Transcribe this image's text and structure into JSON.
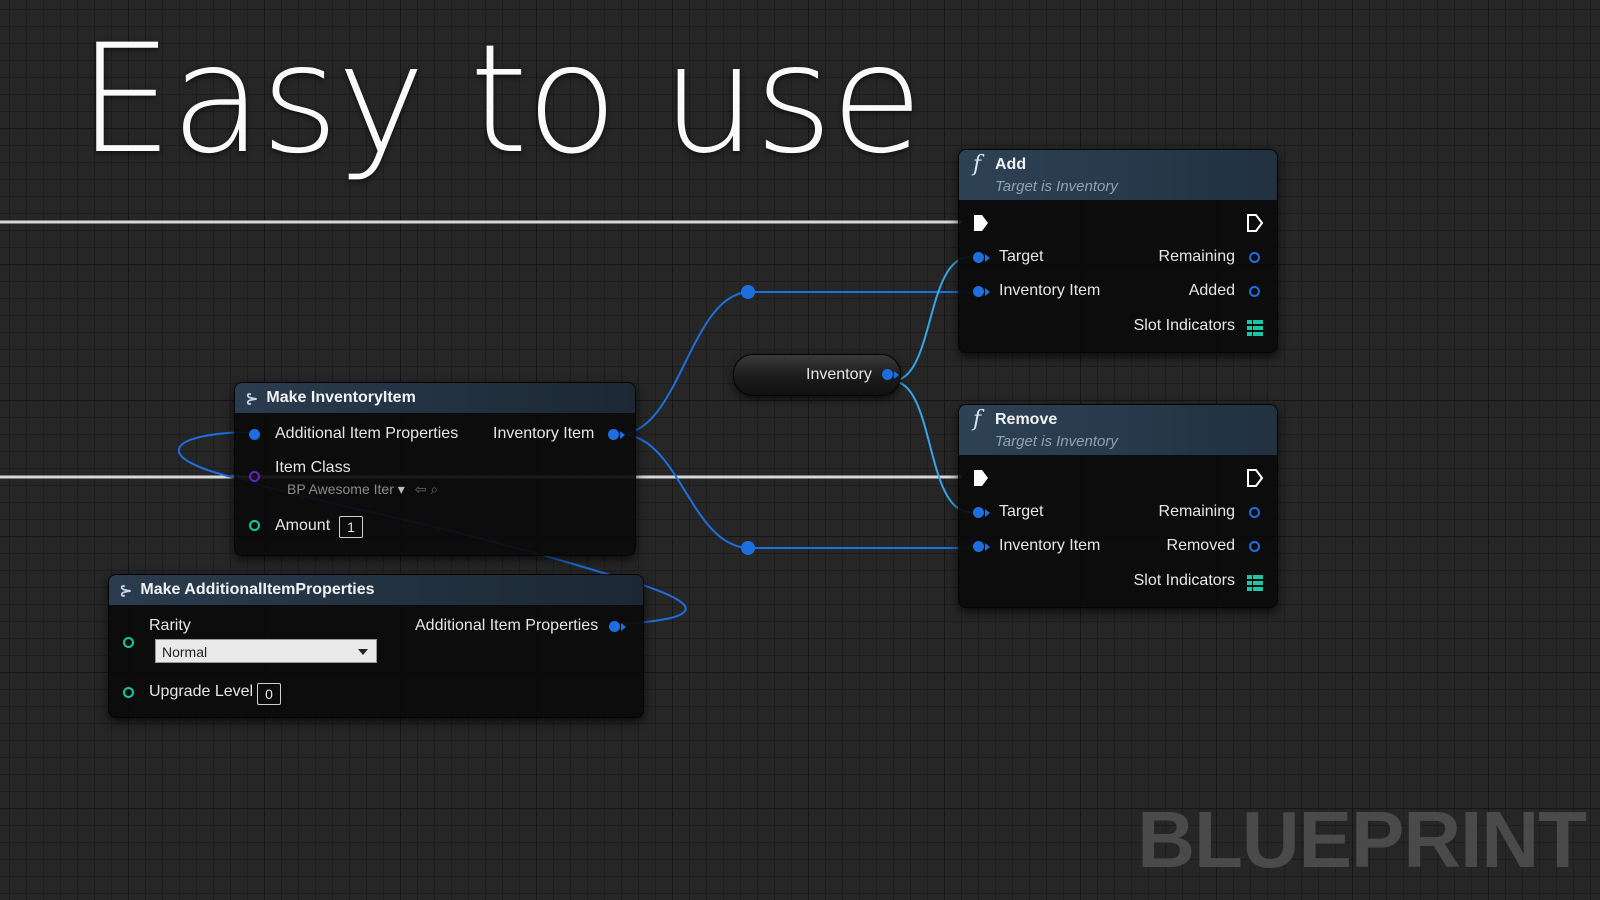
{
  "headline": "Easy to use",
  "watermark": "BLUEPRINT",
  "colors": {
    "object_pin": "#1d6fe0",
    "int_pin": "#18c7a5",
    "class_pin": "#6a1fc8",
    "exec_pin": "#ffffff"
  },
  "variable_node": {
    "label": "Inventory"
  },
  "make_inventory_item": {
    "icon": "struct-icon",
    "title": "Make InventoryItem",
    "pin_additional": "Additional Item Properties",
    "pin_item_class": "Item Class",
    "item_class_value": "BP Awesome Iter",
    "pin_amount": "Amount",
    "amount_value": "1",
    "pin_output": "Inventory Item"
  },
  "make_additional_props": {
    "icon": "struct-icon",
    "title": "Make AdditionalItemProperties",
    "pin_rarity": "Rarity",
    "rarity_value": "Normal",
    "pin_upgrade": "Upgrade Level",
    "upgrade_value": "0",
    "pin_output": "Additional Item Properties"
  },
  "add_node": {
    "icon": "function-icon",
    "title": "Add",
    "subtitle": "Target is Inventory",
    "pin_target": "Target",
    "pin_item": "Inventory Item",
    "out_remaining": "Remaining",
    "out_result": "Added",
    "out_slots": "Slot Indicators"
  },
  "remove_node": {
    "icon": "function-icon",
    "title": "Remove",
    "subtitle": "Target is Inventory",
    "pin_target": "Target",
    "pin_item": "Inventory Item",
    "out_remaining": "Remaining",
    "out_result": "Removed",
    "out_slots": "Slot Indicators"
  }
}
